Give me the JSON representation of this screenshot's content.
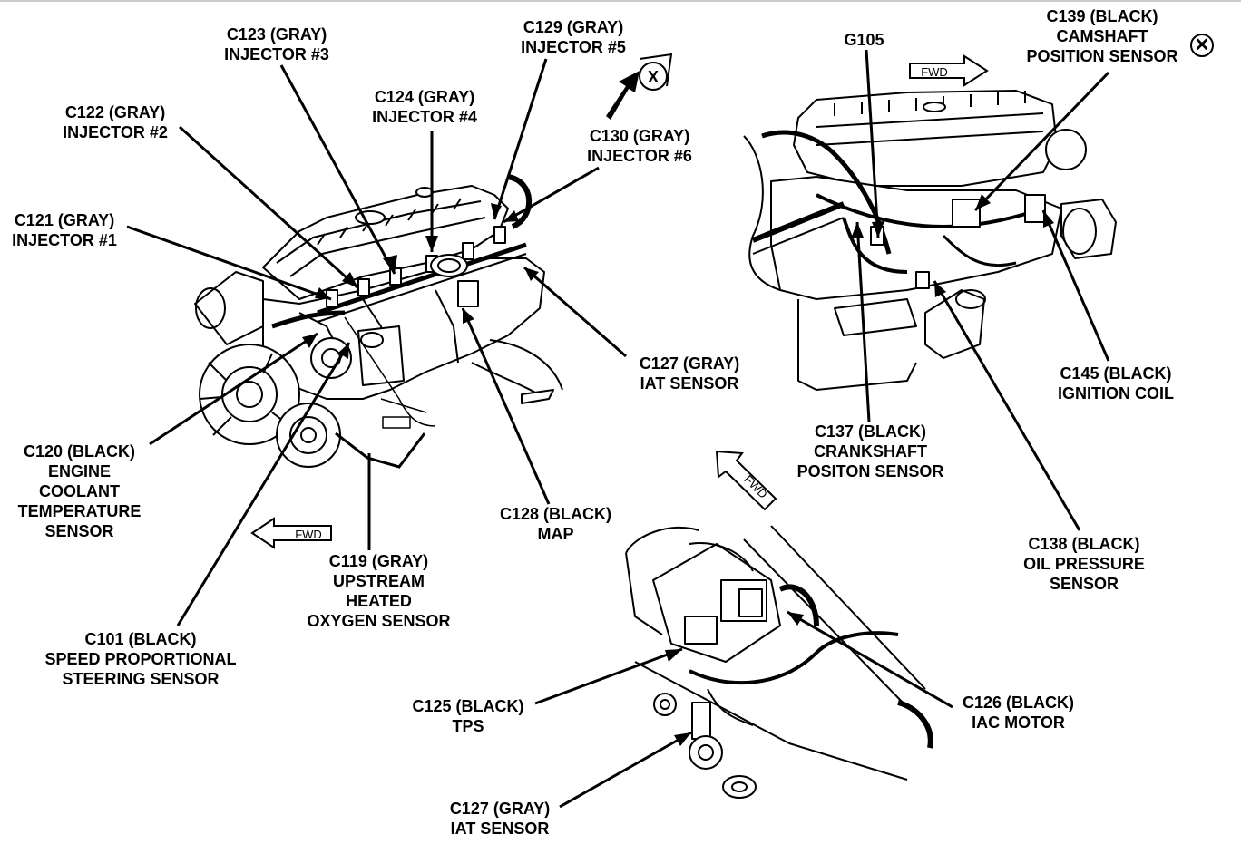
{
  "close_icon": "close-icon",
  "labels": {
    "c123": [
      "C123 (GRAY)",
      "INJECTOR #3"
    ],
    "c129": [
      "C129 (GRAY)",
      "INJECTOR #5"
    ],
    "c124": [
      "C124 (GRAY)",
      "INJECTOR #4"
    ],
    "c122": [
      "C122 (GRAY)",
      "INJECTOR #2"
    ],
    "c130": [
      "C130 (GRAY)",
      "INJECTOR #6"
    ],
    "c121": [
      "C121 (GRAY)",
      "INJECTOR #1"
    ],
    "c127a": [
      "C127 (GRAY)",
      "IAT SENSOR"
    ],
    "c120": [
      "C120 (BLACK)",
      "ENGINE",
      "COOLANT",
      "TEMPERATURE",
      "SENSOR"
    ],
    "c128": [
      "C128 (BLACK)",
      "MAP"
    ],
    "c119": [
      "C119 (GRAY)",
      "UPSTREAM",
      "HEATED",
      "OXYGEN SENSOR"
    ],
    "c101": [
      "C101 (BLACK)",
      "SPEED PROPORTIONAL",
      "STEERING SENSOR"
    ],
    "g105": [
      "G105"
    ],
    "c139": [
      "C139 (BLACK)",
      "CAMSHAFT",
      "POSITION SENSOR"
    ],
    "c145": [
      "C145 (BLACK)",
      "IGNITION COIL"
    ],
    "c137": [
      "C137 (BLACK)",
      "CRANKSHAFT",
      "POSITON SENSOR"
    ],
    "c138": [
      "C138 (BLACK)",
      "OIL PRESSURE",
      "SENSOR"
    ],
    "c125": [
      "C125 (BLACK)",
      "TPS"
    ],
    "c126": [
      "C126 (BLACK)",
      "IAC MOTOR"
    ],
    "c127b": [
      "C127 (GRAY)",
      "IAT SENSOR"
    ]
  },
  "fwd": "FWD",
  "view_marker": "X"
}
